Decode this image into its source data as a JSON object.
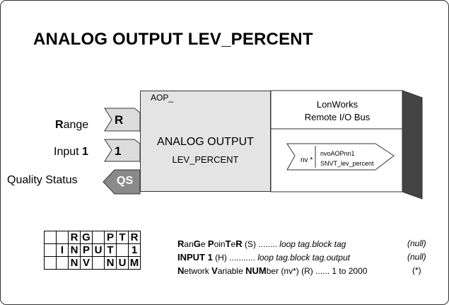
{
  "title": "ANALOG OUTPUT LEV_PERCENT",
  "inputs": {
    "range": {
      "label_bold": "R",
      "label_rest": "ange",
      "pin": "R"
    },
    "input1": {
      "label_rest": "Input ",
      "label_bold": "1",
      "pin": "1"
    },
    "quality": {
      "label": "Quality Status",
      "pin": "QS"
    }
  },
  "block": {
    "tag": "AOP_",
    "line1": "ANALOG OUTPUT",
    "line2": "LEV_PERCENT"
  },
  "bus": {
    "line1": "LonWorks",
    "line2": "Remote I/O Bus",
    "nv_label": "nv *",
    "nv_name": "nvoAOPnn1",
    "nv_type": "SNVT_lev_percent"
  },
  "params": [
    {
      "cells": [
        "",
        "",
        "R",
        "G",
        "",
        "P",
        "T",
        "R"
      ],
      "parts": [
        {
          "t": "R",
          "s": "b"
        },
        {
          "t": "an",
          "s": "n"
        },
        {
          "t": "G",
          "s": "b"
        },
        {
          "t": "e ",
          "s": "n"
        },
        {
          "t": "P",
          "s": "b"
        },
        {
          "t": "oin",
          "s": "n"
        },
        {
          "t": "T",
          "s": "b"
        },
        {
          "t": "e",
          "s": "n"
        },
        {
          "t": "R",
          "s": "b"
        },
        {
          "t": " (S) ........ ",
          "s": "n"
        },
        {
          "t": "loop tag.block tag",
          "s": "i"
        }
      ],
      "value": "(null)"
    },
    {
      "cells": [
        "",
        "I",
        "N",
        "P",
        "U",
        "T",
        "",
        "1"
      ],
      "parts": [
        {
          "t": "INPUT 1",
          "s": "b"
        },
        {
          "t": " (H) ........... ",
          "s": "n"
        },
        {
          "t": "loop tag.block tag.output",
          "s": "i"
        }
      ],
      "value": "(null)"
    },
    {
      "cells": [
        "",
        "",
        "N",
        "V",
        "",
        "N",
        "U",
        "M"
      ],
      "parts": [
        {
          "t": "N",
          "s": "b"
        },
        {
          "t": "etwork ",
          "s": "n"
        },
        {
          "t": "V",
          "s": "b"
        },
        {
          "t": "ariable ",
          "s": "n"
        },
        {
          "t": "NUM",
          "s": "b"
        },
        {
          "t": "ber (nv*) (R) ...... 1 to 2000",
          "s": "n"
        }
      ],
      "value": "(*)"
    }
  ]
}
